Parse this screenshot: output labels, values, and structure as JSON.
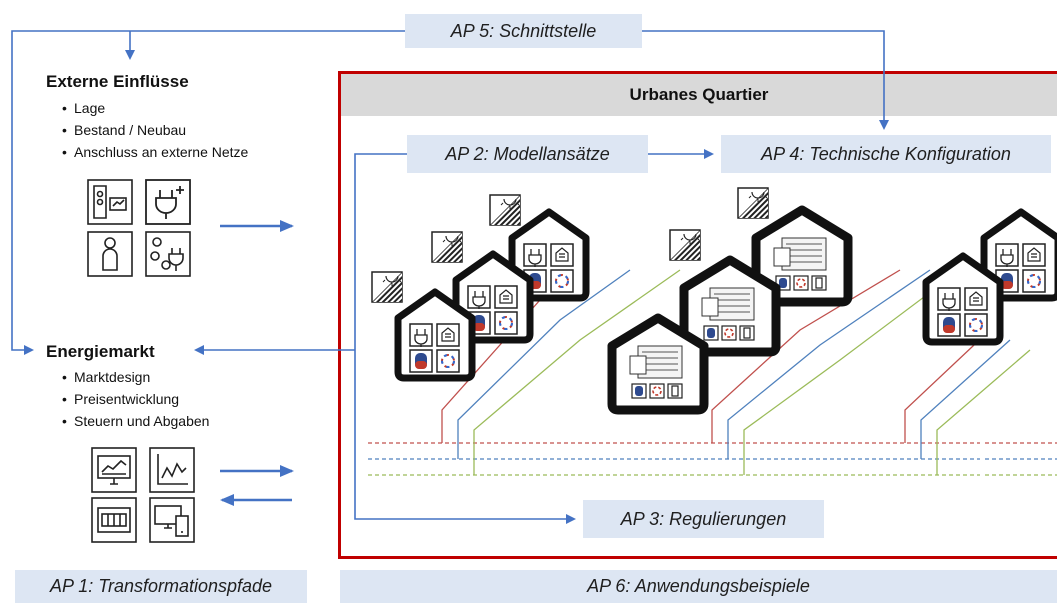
{
  "ap5_label": "AP 5: Schnittstelle",
  "ap2_label": "AP 2: Modellansätze",
  "ap4_label": "AP 4: Technische Konfiguration",
  "ap3_label": "AP 3: Regulierungen",
  "ap1_label": "AP 1: Transformationspfade",
  "ap6_label": "AP 6: Anwendungsbeispiele",
  "quarter_title": "Urbanes Quartier",
  "external": {
    "title": "Externe Einflüsse",
    "items": [
      "Lage",
      "Bestand / Neubau",
      "Anschluss an externe Netze"
    ],
    "icons": [
      "meter-cabinet-icon",
      "plug-plus-icon",
      "person-icon",
      "people-plug-icon"
    ]
  },
  "market": {
    "title": "Energiemarkt",
    "items": [
      "Marktdesign",
      "Preisentwicklung",
      "Steuern und Abgaben"
    ],
    "icons": [
      "monitor-chart-icon",
      "line-chart-icon",
      "meter-display-icon",
      "devices-icon"
    ]
  },
  "colors": {
    "quarter_border": "#c00000",
    "ap_fill": "#dde6f3",
    "arrow": "#4472c4",
    "grid_red": "#c0504d",
    "grid_blue": "#4f81bd",
    "grid_green": "#9bbb59"
  }
}
